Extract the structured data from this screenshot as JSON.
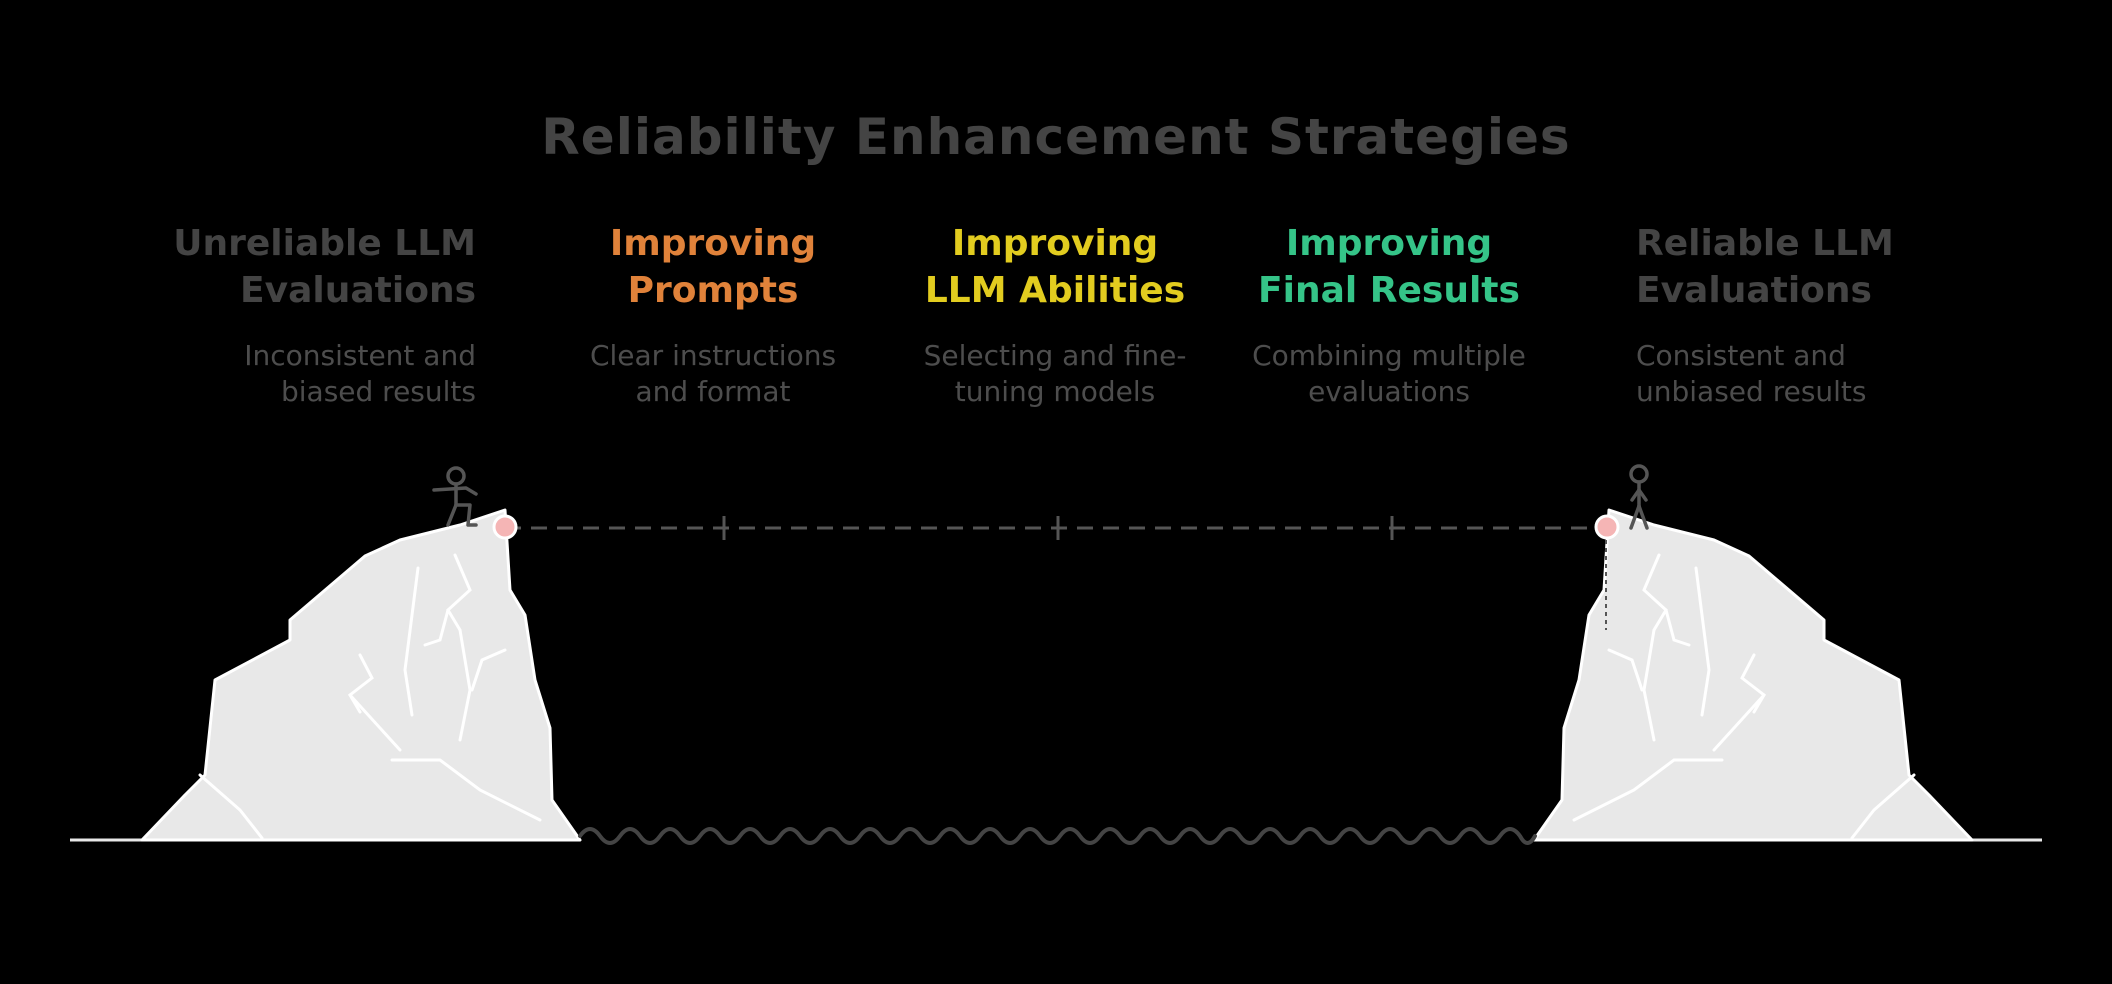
{
  "diagram": {
    "title": "Reliability Enhancement Strategies",
    "stages": [
      {
        "heading": "Unreliable LLM\nEvaluations",
        "description": "Inconsistent and\nbiased results",
        "color": "#444444"
      },
      {
        "heading": "Improving\nPrompts",
        "description": "Clear instructions\nand format",
        "color": "#e0823a"
      },
      {
        "heading": "Improving\nLLM Abilities",
        "description": "Selecting and fine-\ntuning models",
        "color": "#e2cc1f"
      },
      {
        "heading": "Improving\nFinal Results",
        "description": "Combining multiple\nevaluations",
        "color": "#35c488"
      },
      {
        "heading": "Reliable LLM\nEvaluations",
        "description": "Consistent and\nunbiased results",
        "color": "#444444"
      }
    ],
    "colors": {
      "background": "#000000",
      "cliff": "#e8e8e8",
      "line": "#555555",
      "anchor": "#f08a8a",
      "person": "#555555"
    },
    "icons": [
      "cliff-left-icon",
      "cliff-right-icon",
      "person-left-icon",
      "person-right-icon",
      "water-wave-icon",
      "rope-line-icon"
    ]
  }
}
